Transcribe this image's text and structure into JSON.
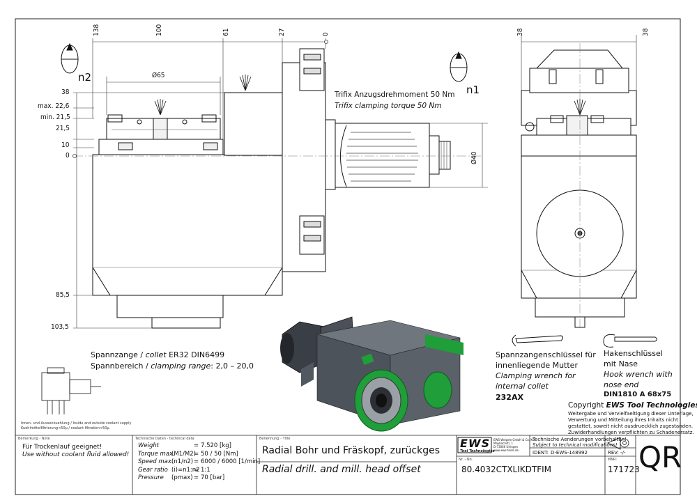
{
  "drawing": {
    "rotation_labels": {
      "n2": "n2",
      "n1": "n1"
    },
    "top_dims": [
      "138",
      "100",
      "61",
      "27",
      "0"
    ],
    "right_top_dims": [
      "38",
      "38"
    ],
    "diameter_65": "Ø65",
    "diameter_40": "Ø40",
    "left_dims": [
      "38",
      "max. 22,6",
      "min. 21,5",
      "21,5",
      "10",
      "0",
      "85,5",
      "103,5"
    ],
    "torque_de": "Trifix Anzugsdrehmoment  50 Nm",
    "torque_en": "Trifix clamping torque  50 Nm"
  },
  "collet": {
    "line1_a": "Spannzange / ",
    "line1_b": "collet",
    "line1_c": "  ER32    DIN6499",
    "line2_a": "Spannbereich / ",
    "line2_b": "clamping range",
    "line2_c": ": 2,0 – 20,0"
  },
  "coolant_note": {
    "line1": "Innen- und Aussenkuehlung / Inside and outside coolant supply",
    "line2": "Kuehlmittelfiltrierung<50µ / coolant filtration<50µ"
  },
  "wrench1": {
    "de1": "Spannzangenschlüssel für",
    "de2": "innenliegende Mutter",
    "en1": "Clamping wrench for",
    "en2": "internal collet",
    "code": "232AX"
  },
  "wrench2": {
    "de1": "Hakenschlüssel",
    "de2": "mit Nase",
    "en1": "Hook wrench with",
    "en2": "nose end",
    "code": "DIN1810  A  68x75"
  },
  "copyright": {
    "line1_a": "Copyright ",
    "line1_b": "EWS Tool Technologies",
    "line2": "Weitergabe und Vervielfaeltigung dieser Unterlage,",
    "line3": "Verwertung und Mitteilung ihres Inhalts nicht",
    "line4": "gestattet, soweit nicht ausdruecklich zugestanden.",
    "line5": "Zuwiderhandlungen verpflichten zu Schadenersatz."
  },
  "title_block": {
    "remark_label": "Bemerkung - Note",
    "remark_de": "Für Trockenlauf geeignet!",
    "remark_en": "Use without coolant fluid allowed!",
    "tech_label": "Technische Daten - technical data",
    "tech_rows": [
      {
        "name": "Weight",
        "sym": "",
        "val": "7.520 [kg]"
      },
      {
        "name": "Torque max.",
        "sym": "(M1/M2)",
        "val": "50 / 50 [Nm]"
      },
      {
        "name": "Speed max.",
        "sym": "(n1/n2)",
        "val": "6000 / 6000 [1/min]"
      },
      {
        "name": "Gear ratio",
        "sym": "(i)=n1:n2",
        "val": "1:1"
      },
      {
        "name": "Pressure",
        "sym": "(pmax)",
        "val": "70 [bar]"
      }
    ],
    "name_label": "Benennung - Title",
    "title_de": "Radial Bohr und Fräskopf, zurückges",
    "title_en": "Radial drill. and mill. head offset",
    "logo": "EWS",
    "logo_sub": "Tool Technologies",
    "company_lines": [
      "EWS Weigele GmbH & Co. KG",
      "Maybachstr. 1",
      "D-73066 Uhingen",
      "www.ews-tools.de"
    ],
    "changes_de": "Technische Aenderungen vorbehalten!",
    "changes_en": "Subject to technical modifications!",
    "ident_label": "IDENT:",
    "ident_value": "D-EWS-148992",
    "rev_label": "REV:",
    "rev_value": "-/-",
    "nr_label": "Nr. - No.",
    "nr_value": "80.4032CTXLIKDTFIM",
    "mnr_label": "MNR:",
    "mnr_value": "171723",
    "qr": "QR"
  }
}
